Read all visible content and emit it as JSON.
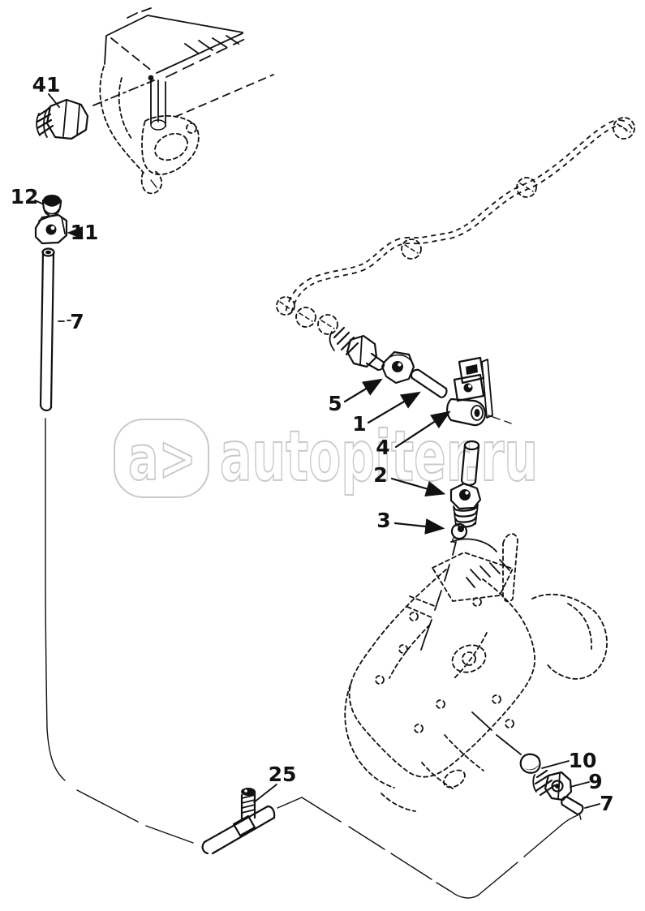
{
  "diagram_type": "exploded-parts-diagram",
  "colors": {
    "ink": "#111111",
    "background": "#ffffff",
    "watermark": "#c9c9c9"
  },
  "watermark": {
    "logo_text": "a>",
    "brand_text": "autopiter.ru"
  },
  "callouts": [
    {
      "n": "41"
    },
    {
      "n": "12"
    },
    {
      "n": "11"
    },
    {
      "n": "7"
    },
    {
      "n": "5"
    },
    {
      "n": "1"
    },
    {
      "n": "4"
    },
    {
      "n": "2"
    },
    {
      "n": "3"
    },
    {
      "n": "25"
    },
    {
      "n": "10"
    },
    {
      "n": "9"
    },
    {
      "n": "7"
    }
  ]
}
